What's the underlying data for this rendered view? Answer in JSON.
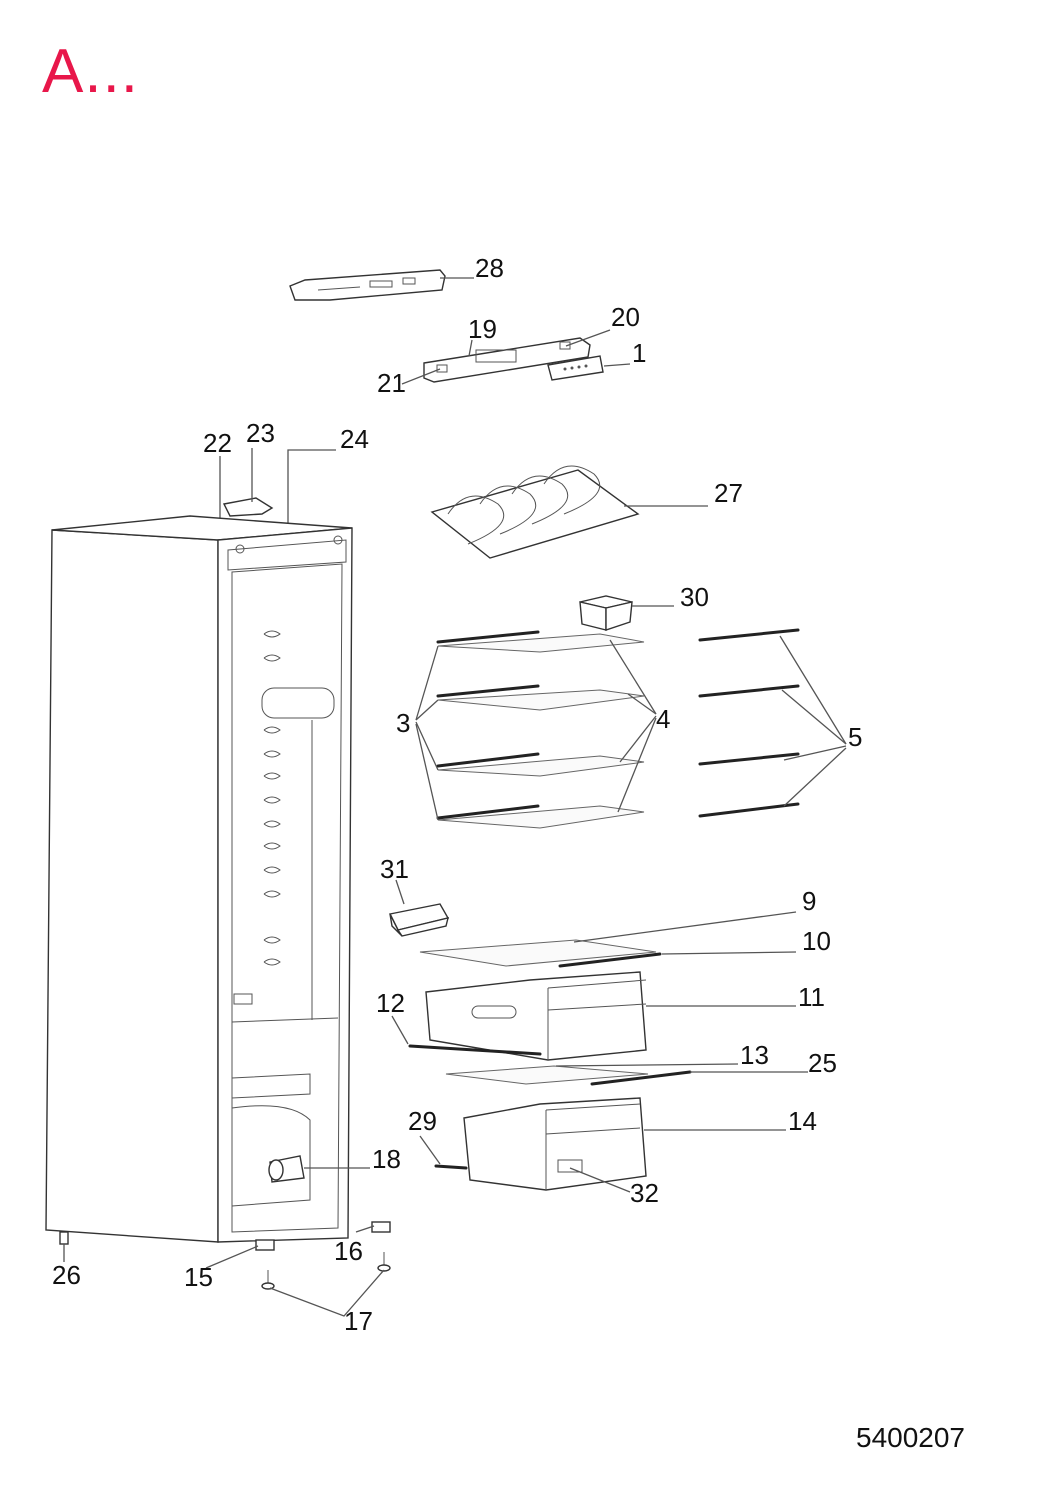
{
  "header": {
    "title": "A...",
    "title_color": "#e8174a"
  },
  "footer": {
    "document_number": "5400207"
  },
  "callouts": [
    {
      "id": "c28",
      "label": "28"
    },
    {
      "id": "c19",
      "label": "19"
    },
    {
      "id": "c20",
      "label": "20"
    },
    {
      "id": "c1",
      "label": "1"
    },
    {
      "id": "c21",
      "label": "21"
    },
    {
      "id": "c22",
      "label": "22"
    },
    {
      "id": "c23",
      "label": "23"
    },
    {
      "id": "c24",
      "label": "24"
    },
    {
      "id": "c27",
      "label": "27"
    },
    {
      "id": "c30",
      "label": "30"
    },
    {
      "id": "c3",
      "label": "3"
    },
    {
      "id": "c4",
      "label": "4"
    },
    {
      "id": "c5",
      "label": "5"
    },
    {
      "id": "c31",
      "label": "31"
    },
    {
      "id": "c9",
      "label": "9"
    },
    {
      "id": "c10",
      "label": "10"
    },
    {
      "id": "c12",
      "label": "12"
    },
    {
      "id": "c11",
      "label": "11"
    },
    {
      "id": "c13",
      "label": "13"
    },
    {
      "id": "c25",
      "label": "25"
    },
    {
      "id": "c29",
      "label": "29"
    },
    {
      "id": "c14",
      "label": "14"
    },
    {
      "id": "c18",
      "label": "18"
    },
    {
      "id": "c32",
      "label": "32"
    },
    {
      "id": "c16",
      "label": "16"
    },
    {
      "id": "c26",
      "label": "26"
    },
    {
      "id": "c15",
      "label": "15"
    },
    {
      "id": "c17",
      "label": "17"
    }
  ]
}
